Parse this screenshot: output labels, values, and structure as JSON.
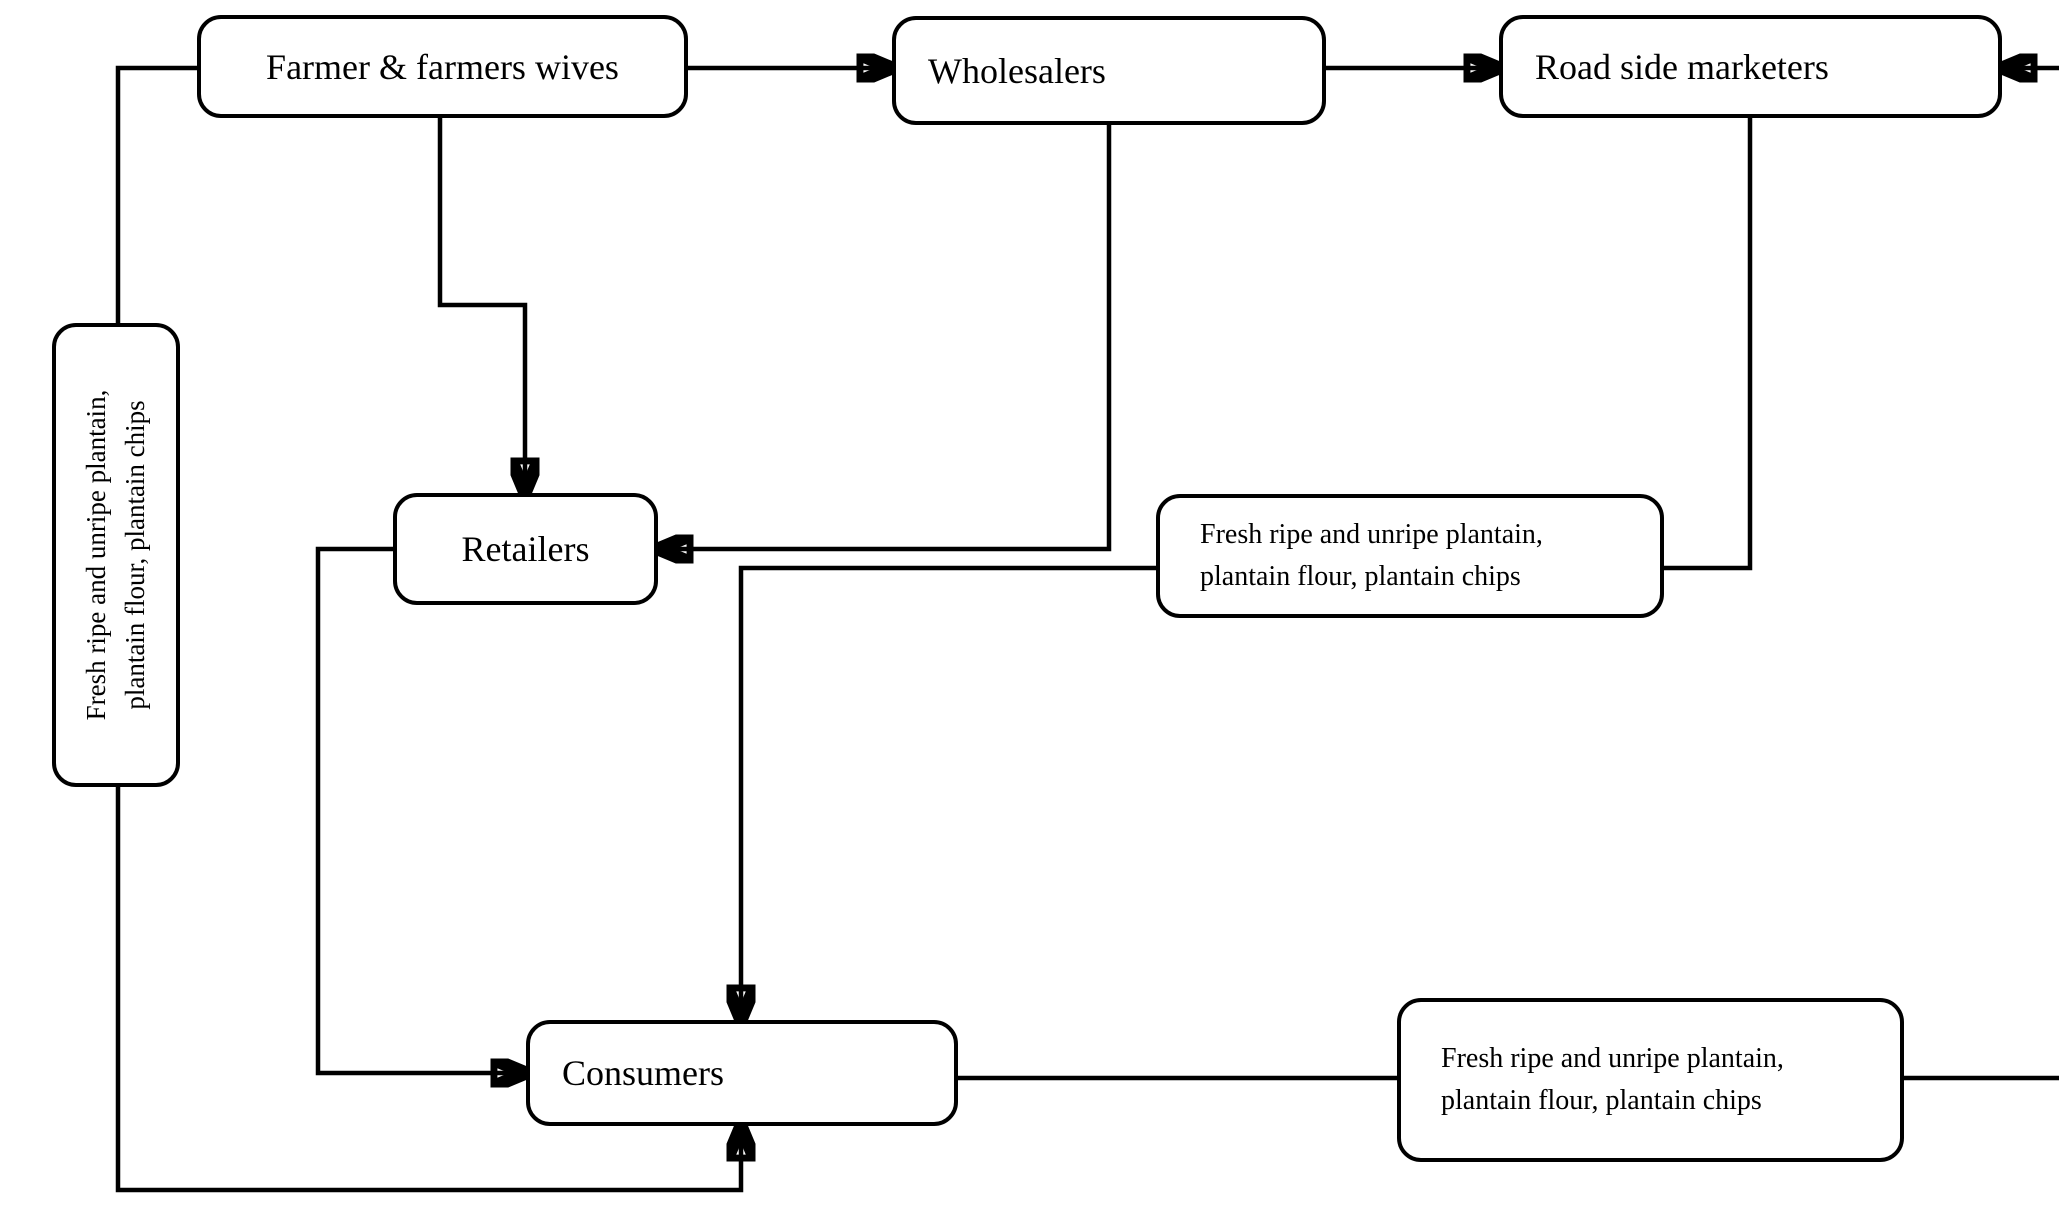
{
  "diagram": {
    "type": "flowchart",
    "title": "",
    "background_color": "#ffffff",
    "line_color": "#000000",
    "box_fill_color": "#ffffff",
    "nodes": [
      {
        "id": "farmer",
        "label": "Farmer & farmers wives"
      },
      {
        "id": "wholesalers",
        "label": "Wholesalers"
      },
      {
        "id": "roadside",
        "label": "Road side marketers"
      },
      {
        "id": "left-products",
        "orientation": "vertical-bottom-to-top",
        "lines": [
          "Fresh ripe and unripe plantain,",
          "plantain flour, plantain chips"
        ]
      },
      {
        "id": "retailers",
        "label": "Retailers"
      },
      {
        "id": "mid-products",
        "lines": [
          "Fresh ripe and unripe plantain,",
          "plantain flour, plantain chips"
        ]
      },
      {
        "id": "consumers",
        "label": "Consumers"
      },
      {
        "id": "br-products",
        "lines": [
          "Fresh ripe and unripe plantain,",
          "plantain flour, plantain chips"
        ]
      }
    ],
    "edges": [
      {
        "from": "farmer",
        "to": "wholesalers",
        "arrow": true
      },
      {
        "from": "wholesalers",
        "to": "roadside",
        "arrow": true
      },
      {
        "from": "right-edge",
        "to": "roadside",
        "arrow": true
      },
      {
        "from": "farmer",
        "to": "retailers",
        "arrow": true
      },
      {
        "from": "wholesalers",
        "to": "retailers",
        "arrow": true
      },
      {
        "from": "roadside",
        "to": "consumers",
        "arrow": true,
        "via": "mid-products"
      },
      {
        "from": "farmer",
        "to": "consumers",
        "arrow": true,
        "via": "left-products"
      },
      {
        "from": "retailers",
        "to": "consumers",
        "arrow": true
      },
      {
        "from": "consumers",
        "to": "right-edge",
        "arrow": false,
        "via": "br-products"
      }
    ]
  }
}
